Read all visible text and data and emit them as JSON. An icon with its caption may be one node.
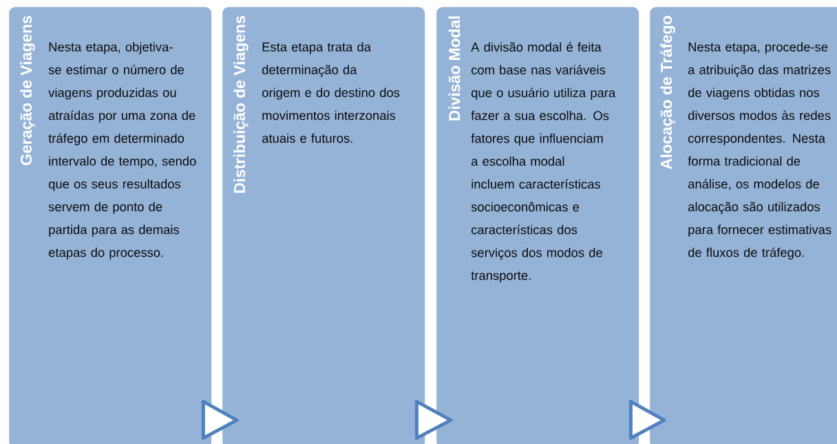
{
  "diagram": {
    "nodes": [
      {
        "text": [
          "Geração de Viagens",
          "Nesta etapa, objetiva-se estimar o número de viagens produzidas ou atraídas por uma zona de tráfego em determinado intervalo de tempo, sendo que os seus resultados servem de ponto de partida para as demais etapas do processo."
        ]
      },
      {
        "text": [
          "Distribuição de Viagens",
          "Esta etapa trata da determinação da origem e do destino dos movimentos interzonais atuais e futuros."
        ]
      },
      {
        "text": [
          "Divisão Modal",
          "A divisão modal é feita com base nas variáveis que o usuário utiliza para fazer a sua escolha. Os fatores que influenciam a escolha modal incluem características socioeconômicas e características dos serviços dos modos de transporte."
        ]
      },
      {
        "text": [
          "Alocação de Tráfego",
          "Nesta etapa, procede-se a atribuição das matrizes de viagens obtidas nos diversos modos às redes correspondentes. Nesta forma tradicional de análise, os modelos de alocação são utilizados para fornecer estimativas de fluxos de tráfego."
        ]
      }
    ],
    "edges": [
      {
        "from": 0,
        "to": 1,
        "arrow": "to"
      },
      {
        "from": 1,
        "to": 2,
        "arrow": "to"
      },
      {
        "from": 2,
        "to": 3,
        "arrow": "to"
      }
    ]
  }
}
